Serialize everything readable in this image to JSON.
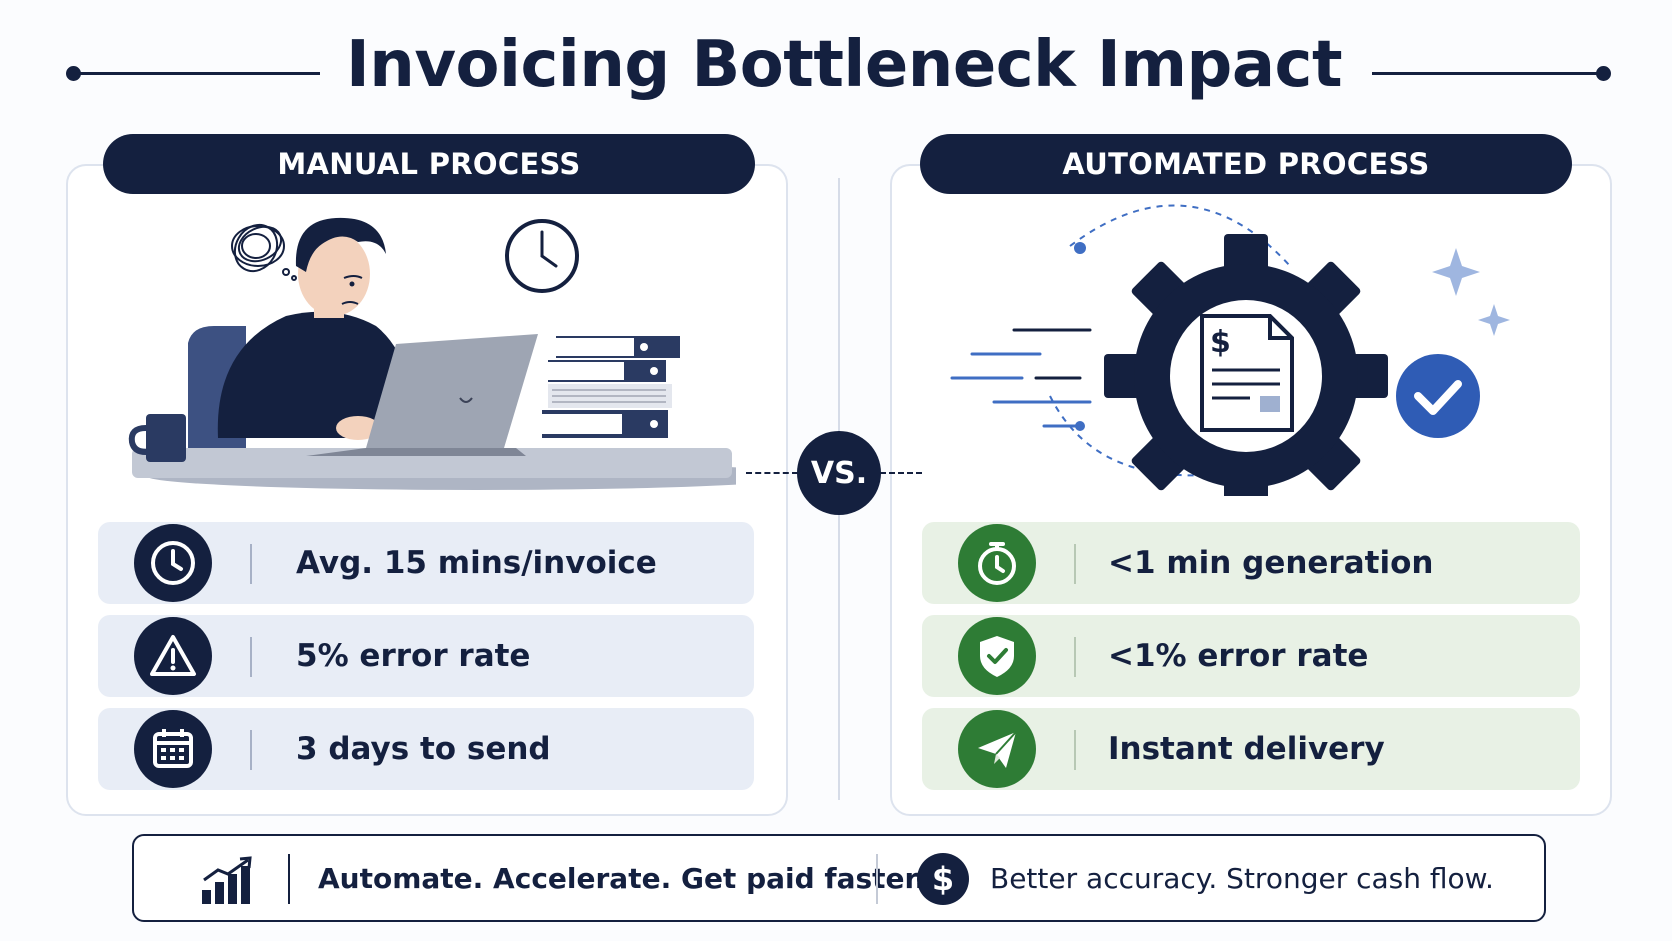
{
  "title": "Invoicing Bottleneck Impact",
  "vs_label": "VS.",
  "manual": {
    "header": "MANUAL PROCESS",
    "rows": [
      {
        "icon": "clock-icon",
        "text": "Avg. 15 mins/invoice"
      },
      {
        "icon": "warning-icon",
        "text": "5% error rate"
      },
      {
        "icon": "calendar-icon",
        "text": "3 days to send"
      }
    ]
  },
  "automated": {
    "header": "AUTOMATED PROCESS",
    "rows": [
      {
        "icon": "stopwatch-icon",
        "text": "<1 min generation"
      },
      {
        "icon": "shield-check-icon",
        "text": "<1% error rate"
      },
      {
        "icon": "paper-plane-icon",
        "text": "Instant delivery"
      }
    ]
  },
  "footer": {
    "left_text": "Automate. Accelerate. Get paid faster.",
    "right_text": "Better accuracy. Stronger cash flow.",
    "left_icon": "growth-chart-icon",
    "right_icon": "dollar-coin-icon",
    "coin_symbol": "$"
  },
  "colors": {
    "navy": "#14203f",
    "green": "#2e7c35",
    "manual_row_bg": "#e8edf6",
    "auto_row_bg": "#e8f1e5",
    "accent_blue": "#2f5cb5"
  }
}
